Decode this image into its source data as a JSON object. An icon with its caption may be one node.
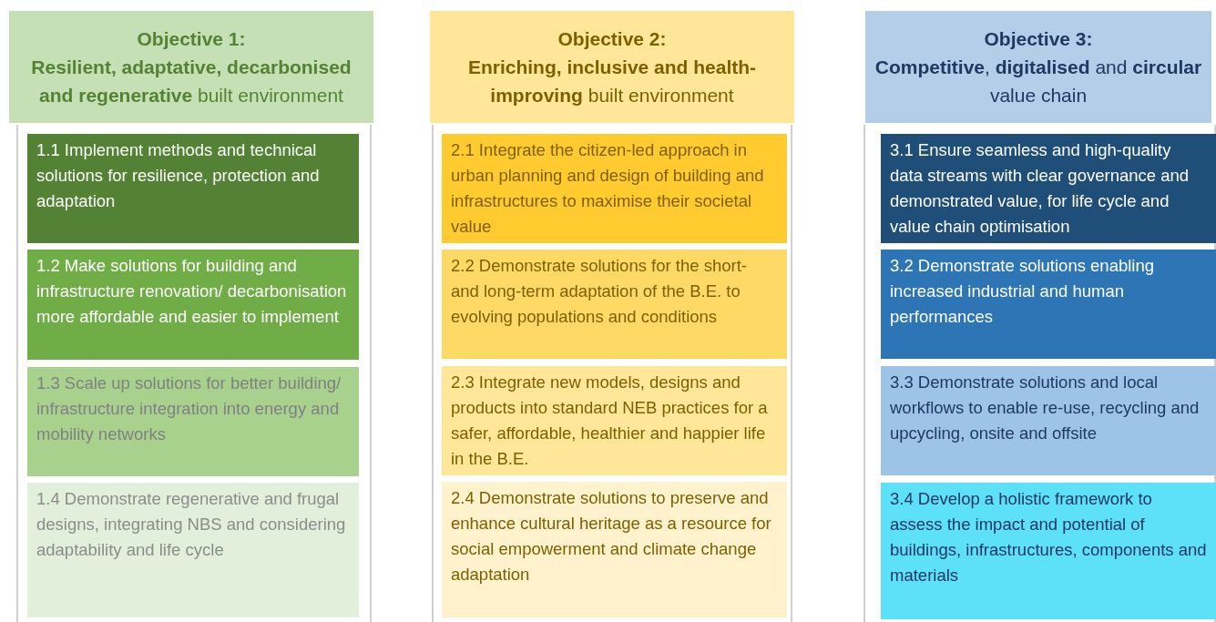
{
  "diagram": {
    "nodes": [
      {
        "text": [
          "Objective 1:",
          "**Resilient, adaptative, decarbonised and regenerative** built environment"
        ]
      },
      {
        "text": [],
        "shape": "box"
      },
      {
        "text": [
          "1.1 Implement methods and technical solutions for resilience, protection and adaptation"
        ],
        "in": 1
      },
      {
        "text": [
          "1.2 Make solutions for building and infrastructure renovation/ decarbonisation more affordable and easier to implement"
        ],
        "in": 1
      },
      {
        "text": [
          "1.3 Scale up solutions for better building/ infrastructure integration into energy and mobility networks"
        ],
        "in": 1
      },
      {
        "text": [
          "1.4 Demonstrate regenerative and frugal designs, integrating NBS and considering adaptability and life cycle"
        ],
        "in": 1
      },
      {
        "text": [
          "Objective 2:",
          "**Enriching, inclusive and health-improving** built environment"
        ]
      },
      {
        "text": [],
        "shape": "box"
      },
      {
        "text": [
          "2.1 Integrate the citizen-led approach in urban planning and design of building and infrastructures to maximise their societal value"
        ],
        "in": 7
      },
      {
        "text": [
          "2.2 Demonstrate solutions for the short- and long-term adaptation of the B.E. to evolving populations and conditions"
        ],
        "in": 7
      },
      {
        "text": [
          "2.3 Integrate new models, designs and products into standard NEB practices for a safer, affordable, healthier and happier life in the B.E."
        ],
        "in": 7
      },
      {
        "text": [
          "2.4 Demonstrate solutions to preserve and enhance cultural heritage as a resource for social empowerment and climate change adaptation"
        ],
        "in": 7
      },
      {
        "text": [
          "Objective 3:",
          "**Competitive**, **digitalised** and **circular** value chain"
        ]
      },
      {
        "text": [],
        "shape": "box"
      },
      {
        "text": [
          "3.1 Ensure seamless and high-quality data streams with clear governance and demonstrated value, for life cycle and value chain optimisation"
        ],
        "in": 13
      },
      {
        "text": [
          "3.2 Demonstrate solutions enabling increased industrial and human performances"
        ],
        "in": 13
      },
      {
        "text": [
          "3.3 Demonstrate solutions and local workflows to enable re-use, recycling and upcycling, onsite and offsite"
        ],
        "in": 13
      },
      {
        "text": [
          "3.4 Develop a holistic framework to assess the impact and potential of buildings, infrastructures, components and materials"
        ],
        "in": 13
      }
    ]
  }
}
